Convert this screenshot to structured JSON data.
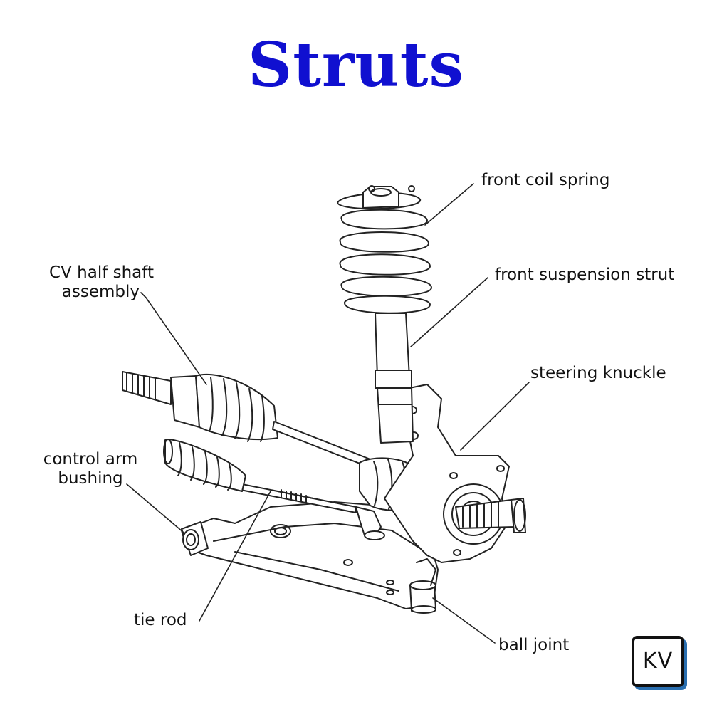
{
  "title": "Struts",
  "colors": {
    "title": "#1010d0",
    "line": "#222222",
    "logo_accent": "#2a6fb0"
  },
  "labels": {
    "front_coil_spring": "front coil spring",
    "front_suspension_strut": "front suspension strut",
    "steering_knuckle": "steering knuckle",
    "cv_half_shaft_line1": "CV half shaft",
    "cv_half_shaft_line2": "assembly",
    "control_arm_line1": "control arm",
    "control_arm_line2": "bushing",
    "tie_rod": "tie rod",
    "ball_joint": "ball joint"
  },
  "logo": {
    "text": "KV"
  }
}
